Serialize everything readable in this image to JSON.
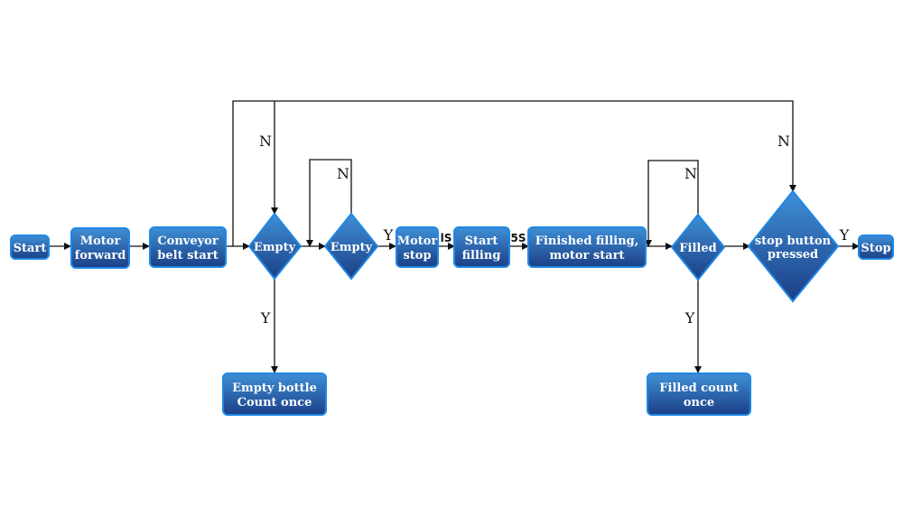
{
  "colors": {
    "node_top": "#3f8fd6",
    "node_bottom": "#1b3f86",
    "border": "#1e88e5",
    "line": "#111111"
  },
  "nodes": {
    "start": "Start",
    "motor_forward": [
      "Motor",
      "forward"
    ],
    "conveyor": [
      "Conveyor",
      "belt start"
    ],
    "empty1": "Empty",
    "empty2": "Empty",
    "motor_stop": [
      "Motor",
      "stop"
    ],
    "start_filling": [
      "Start",
      "filling"
    ],
    "finished": [
      "Finished filling,",
      "motor start"
    ],
    "filled": "Filled",
    "stop_pressed": [
      "stop button",
      "pressed"
    ],
    "stop": "Stop",
    "empty_count": [
      "Empty bottle",
      "Count once"
    ],
    "filled_count": [
      "Filled count",
      "once"
    ]
  },
  "edge_labels": {
    "n_top_left": "N",
    "n_loop_empty": "N",
    "y_empty2": "Y",
    "delay_1s": "lS",
    "delay_5s": "5S",
    "n_loop_filled": "N",
    "n_top_right": "N",
    "y_stop": "Y",
    "y_empty1": "Y",
    "y_filled": "Y"
  }
}
